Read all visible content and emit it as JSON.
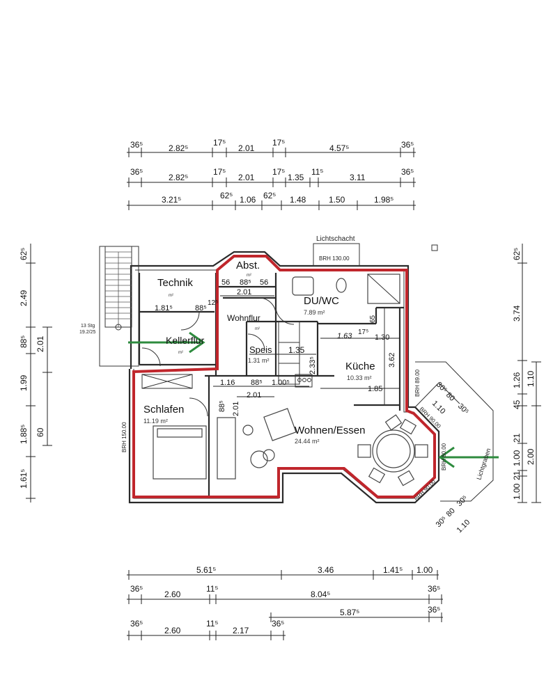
{
  "rooms": {
    "abst": {
      "name": "Abst.",
      "area": "m²"
    },
    "technik": {
      "name": "Technik",
      "area": "m²"
    },
    "duwc": {
      "name": "DU/WC",
      "area": "7.89 m²"
    },
    "wohnflur": {
      "name": "Wohnflur",
      "area": "m²"
    },
    "kellerflur": {
      "name": "Kellerflur",
      "area": "m²"
    },
    "speis": {
      "name": "Speis",
      "area": "1.31 m²"
    },
    "kueche": {
      "name": "Küche",
      "area": "10.33 m²"
    },
    "schlafen": {
      "name": "Schlafen",
      "area": "11.19 m²"
    },
    "wohnen": {
      "name": "Wohnen/Essen",
      "area": "24.44 m²"
    }
  },
  "labels": {
    "lichtschacht": "Lichtschacht",
    "brh130": "BRH 130.00",
    "brh150": "BRH 150.00",
    "brh89": "BRH 89.00",
    "brh90a": "BRH 90.00",
    "brh90b": "BRH 90.00",
    "brh80": "BRH 80.00",
    "lichtgraben": "Lichtgraben",
    "stairs1": "13 Stg",
    "stairs2": "19.2/25"
  },
  "dims_top": {
    "r1": [
      "36⁵",
      "2.82⁵",
      "17⁵",
      "2.01",
      "17⁵",
      "4.57⁵",
      "36⁵"
    ],
    "r2": [
      "36⁵",
      "2.82⁵",
      "17⁵",
      "2.01",
      "17⁵",
      "1.35",
      "11⁵",
      "3.11",
      "36⁵"
    ],
    "r3": [
      "3.21⁵",
      "62⁵",
      "1.06",
      "62⁵",
      "1.48",
      "1.50",
      "1.98⁵"
    ]
  },
  "dims_bottom": {
    "r1": [
      "5.61⁵",
      "3.46",
      "1.41⁵",
      "1.00"
    ],
    "r2": [
      "36⁵",
      "2.60",
      "11⁵",
      "8.04⁵",
      "36⁵"
    ],
    "r3": [
      "5.87⁵",
      "36⁵"
    ],
    "r4": [
      "36⁵",
      "2.60",
      "11⁵",
      "2.17",
      "36⁵"
    ]
  },
  "dims_left": {
    "a": [
      "62⁵",
      "2.49",
      "88⁵",
      "1.99",
      "1.88⁵",
      "1.61⁵"
    ],
    "b": [
      "2.01",
      "60"
    ]
  },
  "dims_right": {
    "a": [
      "62⁵",
      "3.74",
      "1.26",
      "45",
      "21",
      "1.00",
      "21",
      "1.00"
    ],
    "b": [
      "1.10",
      "2.00"
    ]
  },
  "dims_inner": {
    "abst": [
      "56",
      "88⁵",
      "56",
      "2.01"
    ],
    "technik": [
      "1.81⁵",
      "88⁵",
      "12⁵"
    ],
    "speis": [
      "1.35"
    ],
    "kueche": [
      "1.63",
      "17⁵",
      "1.30",
      "65",
      "3.62",
      "2.33⁵",
      "1.85"
    ],
    "mid": [
      "1.16",
      "88⁵",
      "1.00⁵",
      "2.01"
    ],
    "schlafen": [
      "88⁵",
      "2.01"
    ],
    "bay_top": [
      "30⁵",
      "80",
      "30⁵",
      "1.10"
    ],
    "bay_bottom": [
      "30⁵",
      "80",
      "30⁵",
      "1.10"
    ]
  },
  "colors": {
    "outline": "#c0262c",
    "arrow": "#2e8b3e",
    "wall": "#2a2a2a"
  }
}
